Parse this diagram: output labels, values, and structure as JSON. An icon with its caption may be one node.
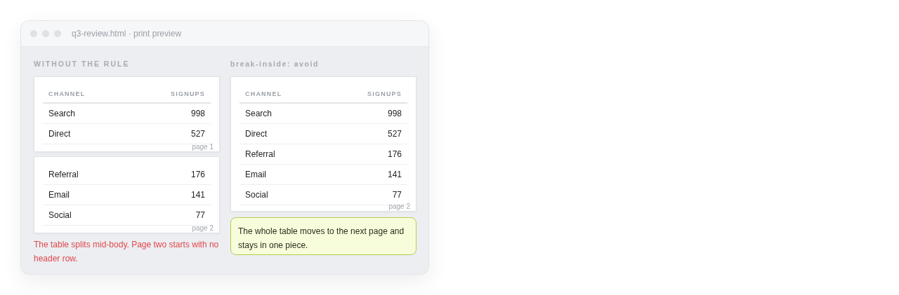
{
  "diagram": {
    "nodes": [
      {
        "text": [
          "q3-review.html · print preview"
        ]
      },
      {
        "text": [
          "CHANNEL",
          "SIGNUPS",
          "Search",
          "998",
          "Direct",
          "527",
          "page 1"
        ],
        "in": 0
      },
      {
        "text": [
          "Referral",
          "176",
          "Email",
          "141",
          "Social",
          "77",
          "page 2"
        ],
        "in": 0
      },
      {
        "text": [
          "CHANNEL",
          "SIGNUPS",
          "Search",
          "998",
          "Direct",
          "527",
          "Referral",
          "176",
          "Email",
          "141",
          "Social",
          "77",
          "page 2"
        ],
        "in": 0
      },
      {
        "text": [
          "The whole table moves to the next page and stays in one piece."
        ],
        "in": 0
      }
    ],
    "labels": [
      "WITHOUT THE RULE",
      "break-inside: avoid",
      "The table splits mid-body. Page two starts with no header row."
    ]
  }
}
